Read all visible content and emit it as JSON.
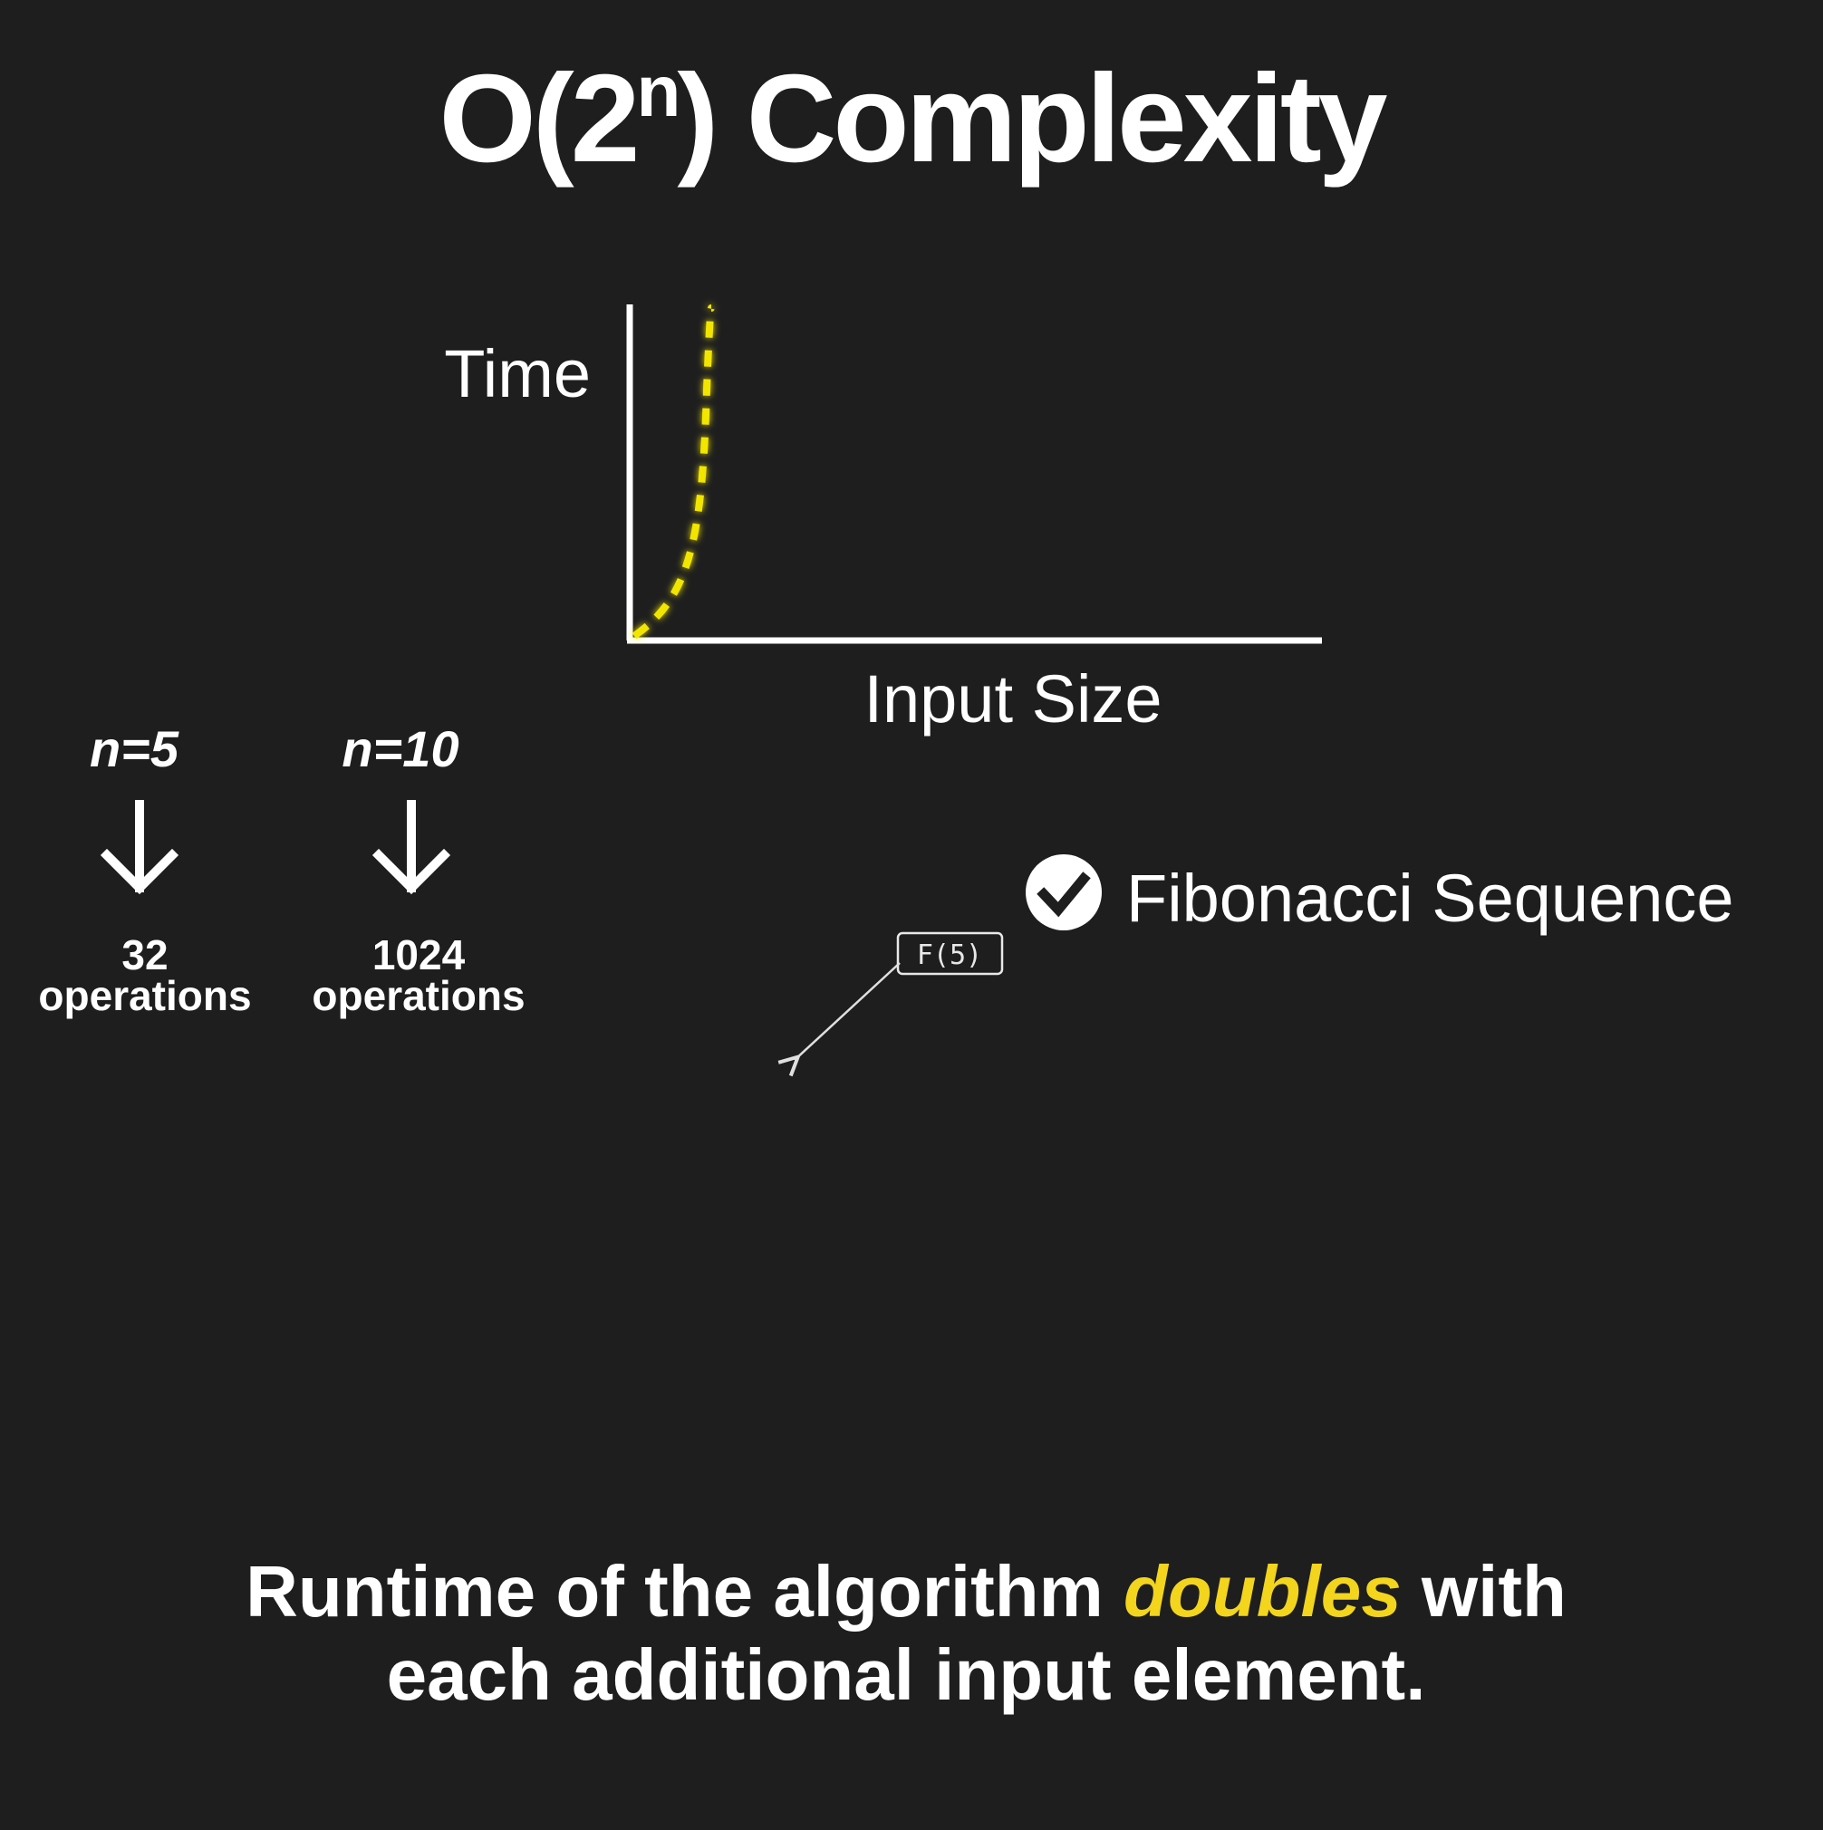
{
  "title": {
    "prefix": "O(2",
    "superscript": "n",
    "suffix": ") Complexity"
  },
  "graph": {
    "y_label": "Time",
    "x_label": "Input Size",
    "curve_color": "#f2e600"
  },
  "examples": [
    {
      "n_label": "n=5",
      "count": "32",
      "unit": "operations"
    },
    {
      "n_label": "n=10",
      "count": "1024",
      "unit": "operations"
    }
  ],
  "use_case": {
    "icon": "check-circle-icon",
    "label": "Fibonacci Sequence"
  },
  "tree_node": {
    "label": "F(5)"
  },
  "caption": {
    "line1_before": "Runtime of the algorithm ",
    "line1_highlight": "doubles",
    "line1_after": " with",
    "line2": "each additional input element.",
    "highlight_color": "#f2d51c"
  },
  "colors": {
    "background": "#1e1e1f",
    "foreground": "#ffffff"
  }
}
